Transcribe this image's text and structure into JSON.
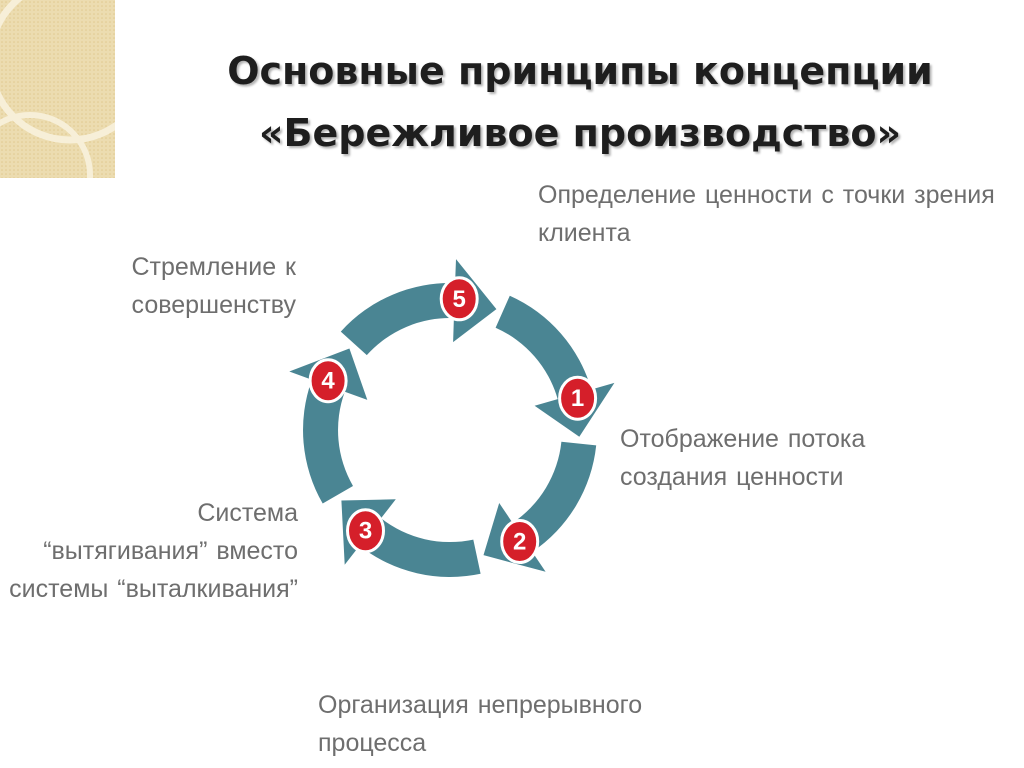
{
  "title": {
    "line1": "Основные принципы концепции",
    "line2": "«Бережливое производство»"
  },
  "colors": {
    "arrow": "#4a8593",
    "badge": "#d51f2a",
    "badge_stroke": "#ffffff",
    "label_text": "#6e6e6e",
    "title_text": "#1e1e1e",
    "corner_deco": "#e9d6a5"
  },
  "stages": [
    {
      "number": "1",
      "lines": [
        "Определение ценности с точки зрения",
        "клиента"
      ]
    },
    {
      "number": "2",
      "lines": [
        "Отображение потока",
        "создания ценности"
      ]
    },
    {
      "number": "3",
      "lines": [
        "Организация непрерывного",
        "процесса"
      ]
    },
    {
      "number": "4",
      "lines": [
        "Система",
        "“вытягивания” вместо",
        "системы “выталкивания”"
      ]
    },
    {
      "number": "5",
      "lines": [
        "Стремление к",
        "совершенству"
      ]
    }
  ]
}
